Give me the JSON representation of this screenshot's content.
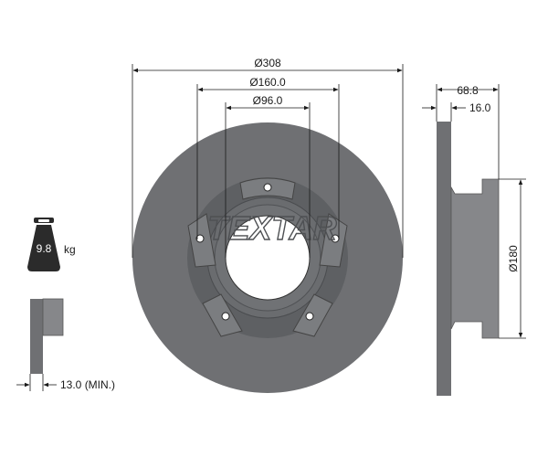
{
  "dimensions": {
    "outer_diameter": "Ø308",
    "bolt_circle_diameter": "Ø160.0",
    "center_bore_diameter": "Ø96.0",
    "overall_height": "68.8",
    "disc_thickness": "16.0",
    "hat_diameter": "Ø180",
    "min_thickness": "13.0 (MIN.)"
  },
  "weight": {
    "value": "9.8",
    "unit": "kg"
  },
  "logo": {
    "text": "TEXTAR"
  },
  "colors": {
    "disc_fill": "#6f7073",
    "disc_dark": "#55575a",
    "hat_fill": "#86878a",
    "line": "#1a1a1a",
    "weight_icon": "#2b2b2b"
  }
}
